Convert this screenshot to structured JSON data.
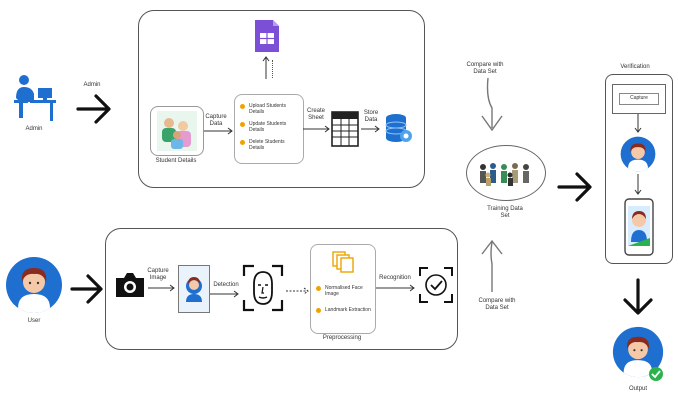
{
  "admin": {
    "label": "Admin",
    "arrow_label": "Admin"
  },
  "admin_panel": {
    "capture_label": "Capture Data",
    "student_details_label": "Student Details",
    "steps": [
      "Upload Students Details",
      "Update Students Details",
      "Delete Students Details"
    ],
    "create_sheet_label": "Create Sheet",
    "store_data_label": "Store Data"
  },
  "user": {
    "label": "User"
  },
  "user_panel": {
    "capture_image_label": "Capture Image",
    "detection_label": "Detection",
    "preprocessing_label": "Preprocessing",
    "pre_steps": [
      "Normalised Face Image",
      "Landmark Extraction"
    ],
    "recognition_label": "Recognition"
  },
  "center": {
    "compare_top": "Compare with Data Set",
    "training_label": "Training Data Set",
    "compare_bottom": "Compare with Data Set"
  },
  "verification": {
    "title": "Verification",
    "screen_label": "Capture"
  },
  "output": {
    "label": "Output"
  },
  "colors": {
    "accent_orange": "#f0a300",
    "sheet_purple": "#7b4fd6",
    "avatar_blue": "#1e6fd0",
    "check_green": "#2bb24c"
  }
}
